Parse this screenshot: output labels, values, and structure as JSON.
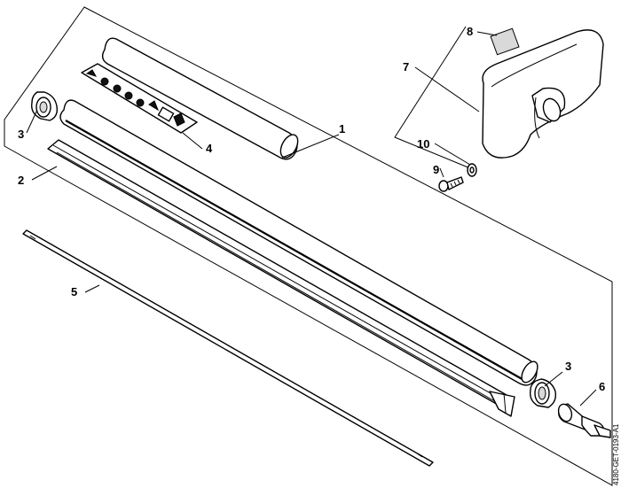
{
  "diagram": {
    "drawing_code": "4180-GET-0193-A1",
    "callouts": {
      "c1": "1",
      "c2": "2",
      "c3a": "3",
      "c3b": "3",
      "c4": "4",
      "c5": "5",
      "c6": "6",
      "c7": "7",
      "c8": "8",
      "c9": "9",
      "c10": "10"
    },
    "parts": [
      "shaft-tube",
      "shaft-liner",
      "shaft-end-sleeve",
      "warning-label",
      "drive-shaft",
      "shaft-end-plug",
      "deflector-guard",
      "guard-label",
      "guard-screw",
      "guard-washer"
    ]
  }
}
